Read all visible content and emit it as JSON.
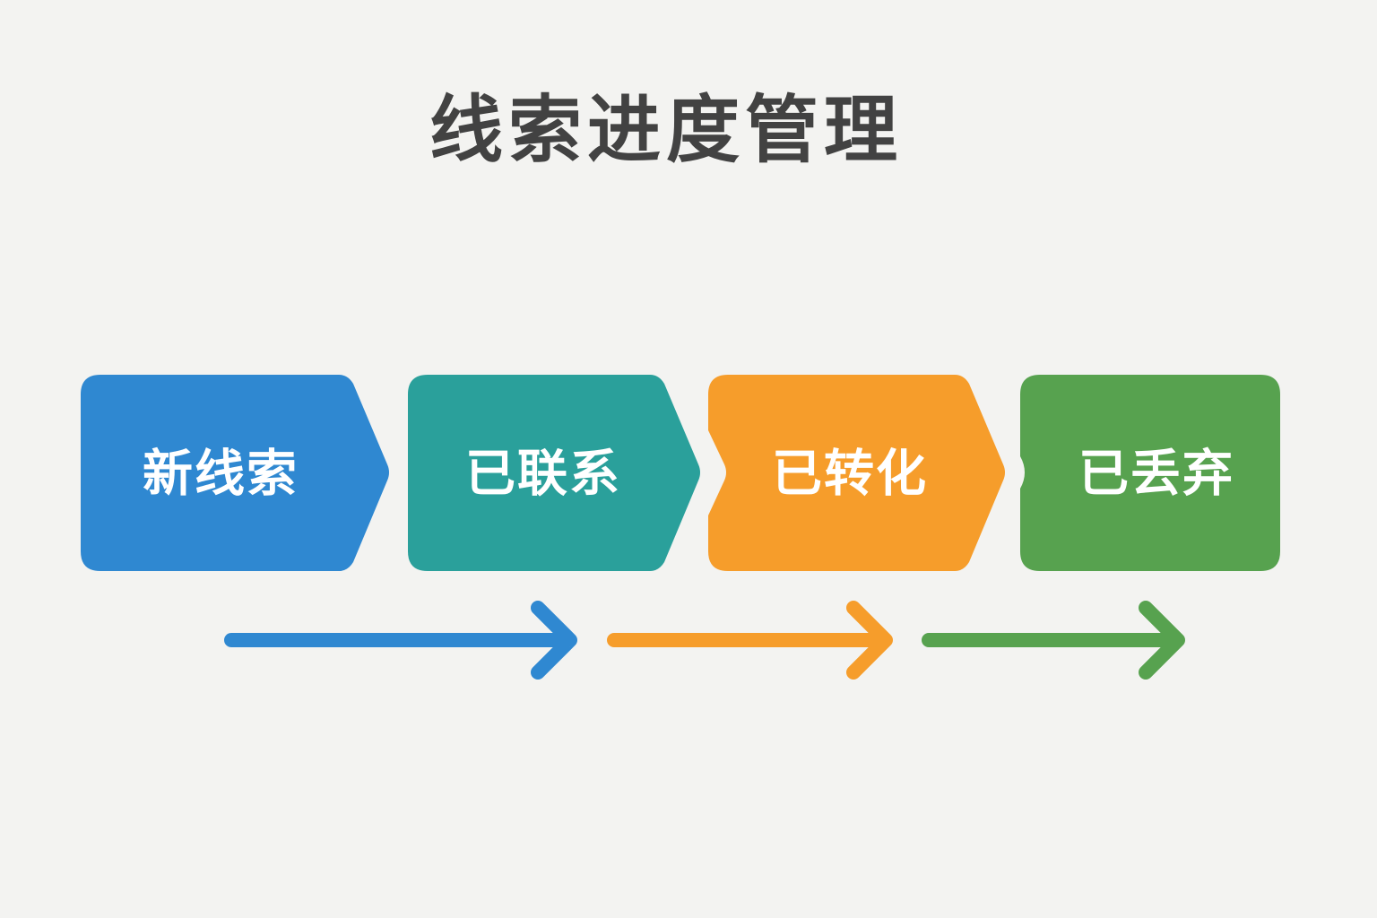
{
  "title": "线索进度管理",
  "stages": [
    {
      "label": "新线索",
      "color": "#2f88d1"
    },
    {
      "label": "已联系",
      "color": "#2aa09b"
    },
    {
      "label": "已转化",
      "color": "#f69d2b"
    },
    {
      "label": "已丢弃",
      "color": "#57a24f"
    }
  ],
  "arrows": [
    {
      "icon": "arrow-right-icon",
      "color": "#2f88d1"
    },
    {
      "icon": "arrow-right-icon",
      "color": "#f69d2b"
    },
    {
      "icon": "arrow-right-icon",
      "color": "#57a24f"
    }
  ]
}
